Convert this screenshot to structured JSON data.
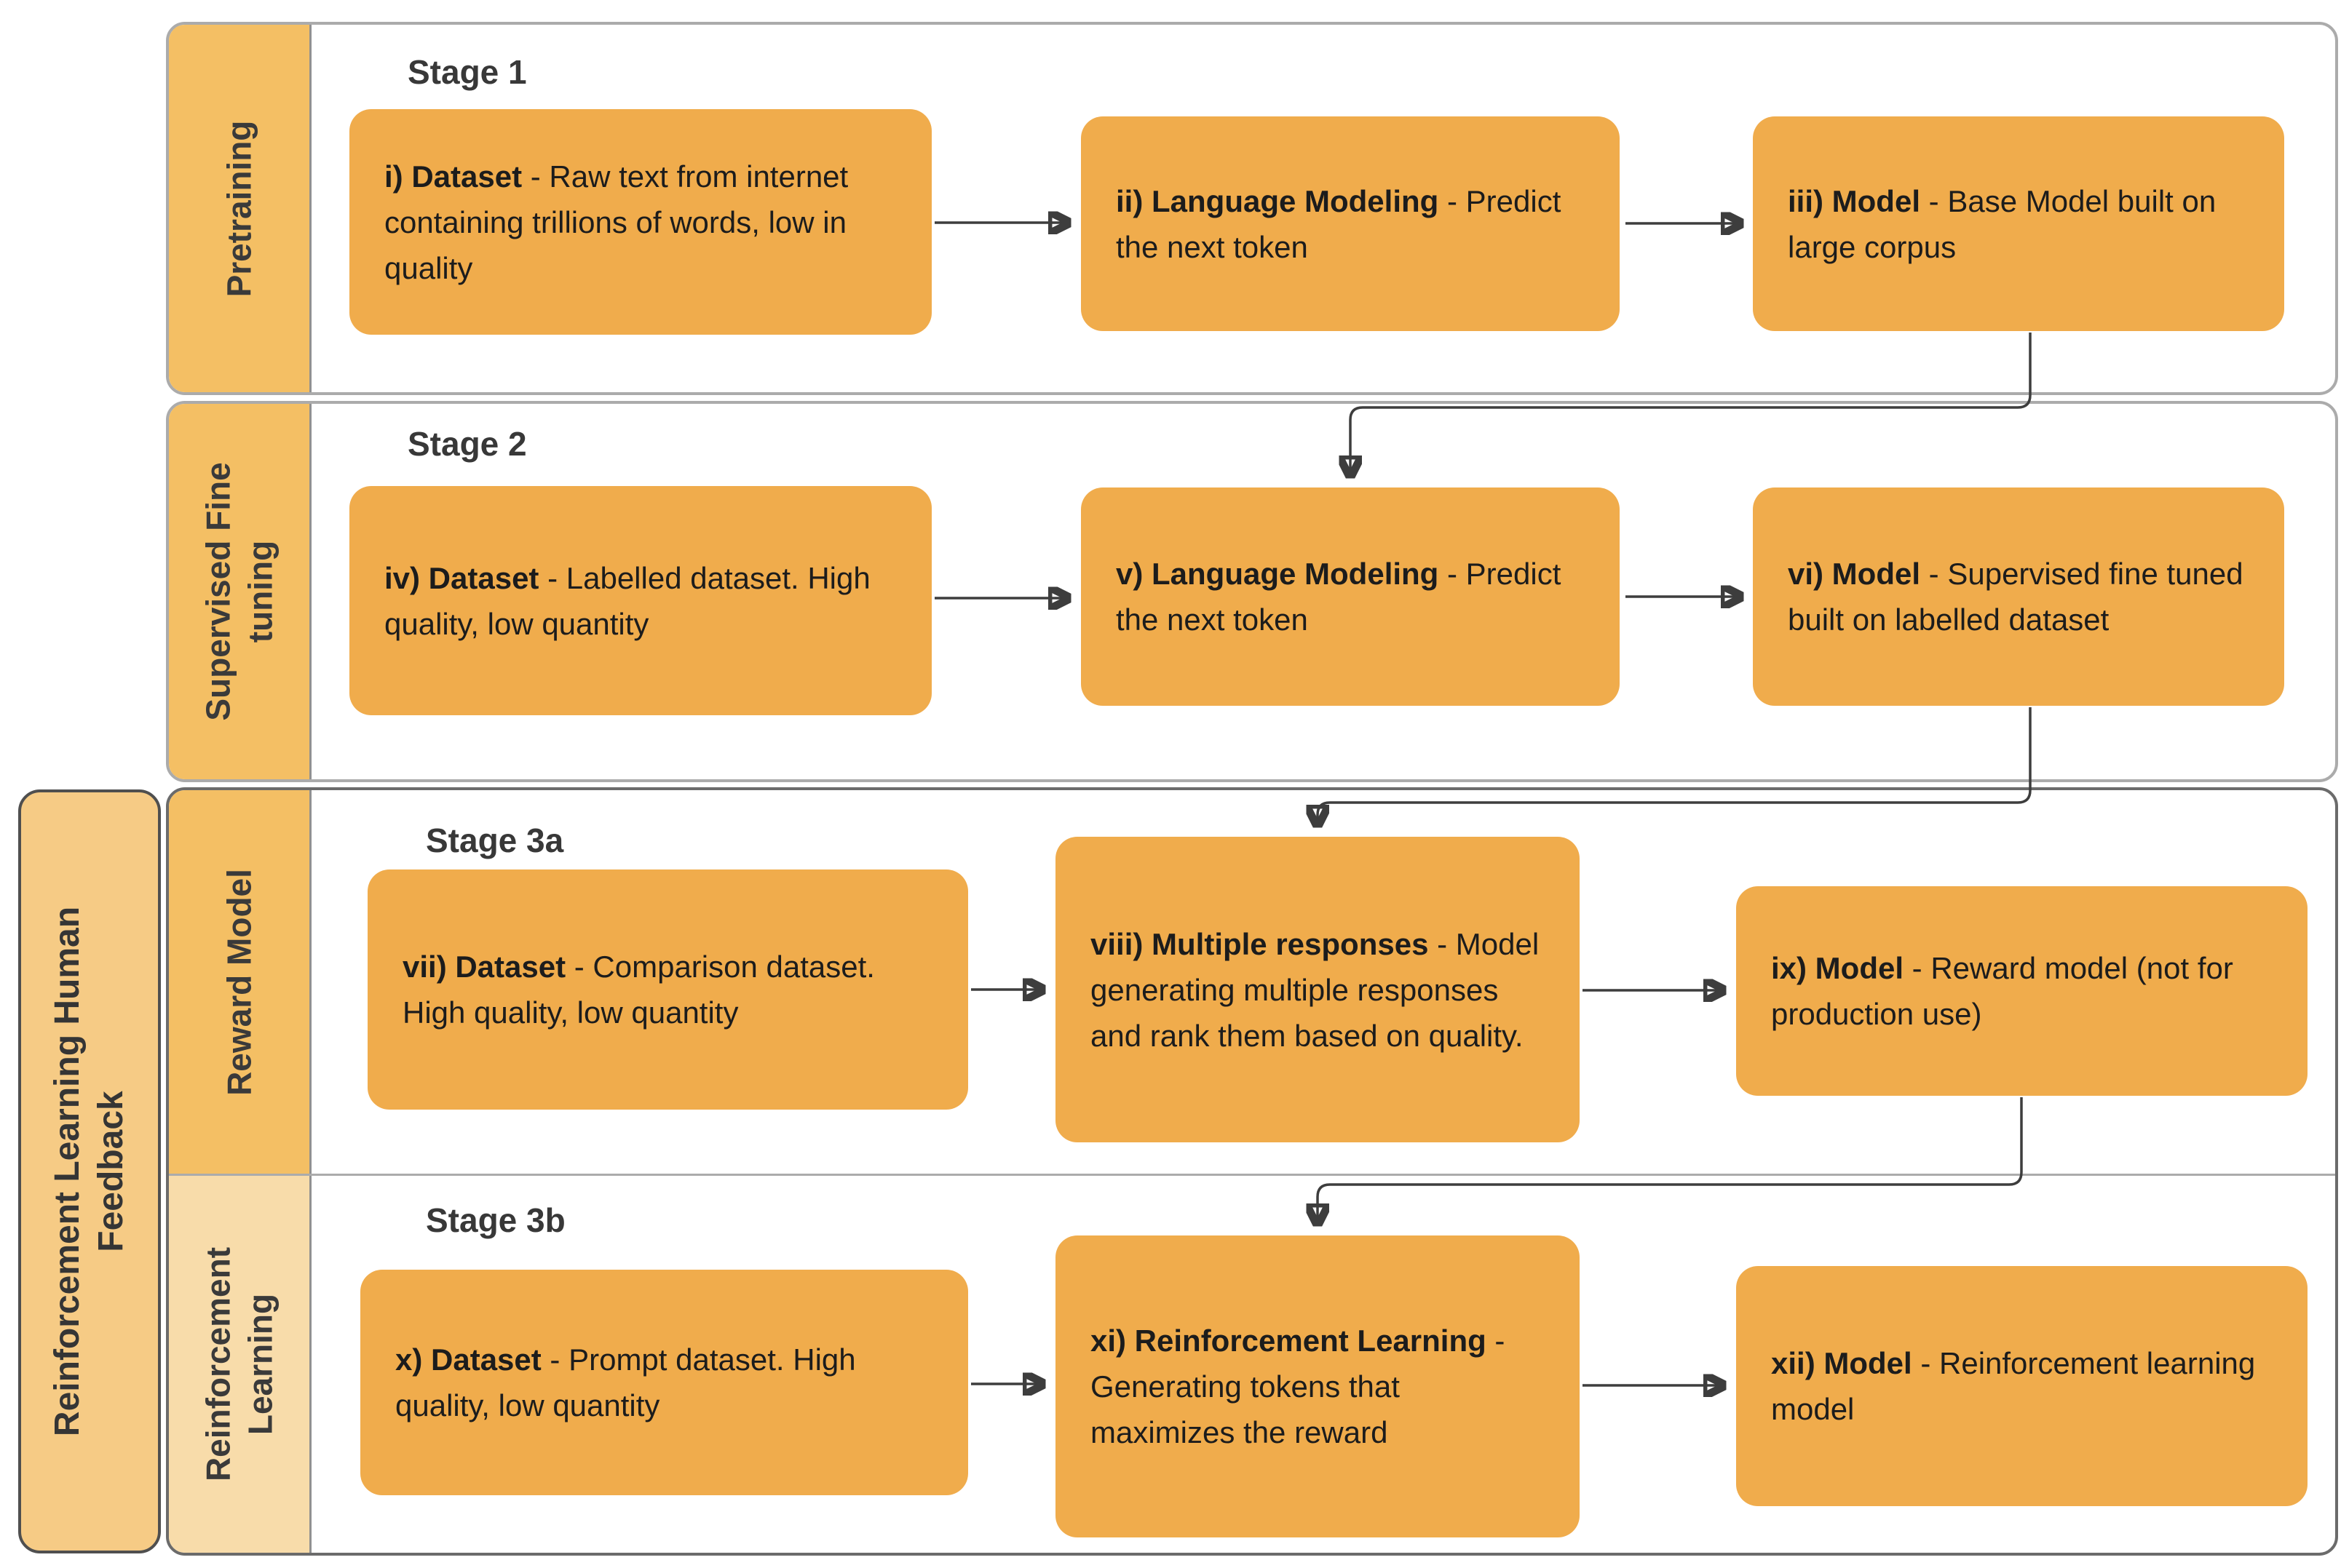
{
  "sidebar": {
    "label": "Reinforcement Learning Human Feedback"
  },
  "rows": [
    {
      "stage": "Stage 1",
      "strip_label": "Pretraining",
      "boxes": [
        {
          "bold": "i) Dataset",
          "rest": " - Raw text from internet containing trillions of words, low in quality"
        },
        {
          "bold": "ii) Language Modeling",
          "rest": " - Predict the next token"
        },
        {
          "bold": "iii) Model",
          "rest": " - Base Model built on large corpus"
        }
      ]
    },
    {
      "stage": "Stage 2",
      "strip_label": "Supervised Fine tuning",
      "boxes": [
        {
          "bold": "iv) Dataset",
          "rest": " - Labelled dataset. High quality, low quantity"
        },
        {
          "bold": "v) Language Modeling",
          "rest": " - Predict the next token"
        },
        {
          "bold": "vi) Model",
          "rest": " - Supervised fine tuned built on labelled dataset"
        }
      ]
    },
    {
      "stage": "Stage 3a",
      "strip_label": "Reward Model",
      "boxes": [
        {
          "bold": "vii) Dataset",
          "rest": " - Comparison dataset. High quality, low quantity"
        },
        {
          "bold": "viii) Multiple responses",
          "rest": " - Model generating multiple responses and rank them based on quality."
        },
        {
          "bold": "ix) Model",
          "rest": " - Reward model (not for production use)"
        }
      ]
    },
    {
      "stage": "Stage 3b",
      "strip_label": "Reinforcement Learning",
      "boxes": [
        {
          "bold": "x) Dataset",
          "rest": " - Prompt dataset. High quality, low quantity"
        },
        {
          "bold": "xi) Reinforcement Learning",
          "rest": " - Generating tokens that maximizes the reward"
        },
        {
          "bold": "xii) Model",
          "rest": " - Reinforcement learning model"
        }
      ]
    }
  ],
  "colors": {
    "node_fill": "#f0ac4c",
    "strip_fill": "#f4bf64",
    "strip_fill_light": "#f8dcaa",
    "sidebar_fill": "#f6cb85",
    "panel_border_light": "#ababab",
    "group_border_dark": "#6b6b6b",
    "sidebar_border": "#4f4f4f",
    "connector": "#3d3d3d",
    "text": "#1c1c1c"
  }
}
